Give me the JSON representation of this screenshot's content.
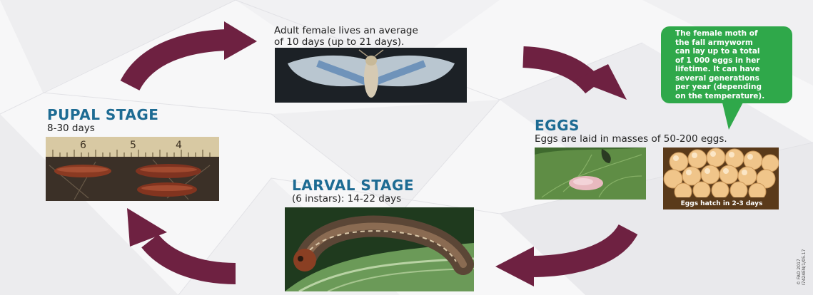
{
  "adult": {
    "caption_line1": "Adult female lives an average",
    "caption_line2": "of 10 days (up to 21 days)."
  },
  "pupal": {
    "title": "PUPAL STAGE",
    "duration": "8-30 days",
    "ruler_marks": [
      "6",
      "5",
      "4"
    ]
  },
  "eggs": {
    "title": "EGGS",
    "description": "Eggs are laid in masses of 50-200 eggs.",
    "hatch_label": "Eggs hatch in 2-3 days"
  },
  "larval": {
    "title": "LARVAL STAGE",
    "duration": "(6 instars): 14-22 days"
  },
  "callout": {
    "lines": [
      "The female moth of",
      "the fall armyworm",
      "can lay up to a total",
      "of 1 000 eggs in her",
      "lifetime. It can have",
      "several generations",
      "per year (depending",
      "on the temperature)."
    ]
  },
  "copyright": {
    "line1": "© FAO 2017",
    "line2": "I7424EN/1/05.17"
  },
  "colors": {
    "arrow": "#6e2141",
    "heading": "#1d6b93",
    "callout": "#2fa84a"
  }
}
